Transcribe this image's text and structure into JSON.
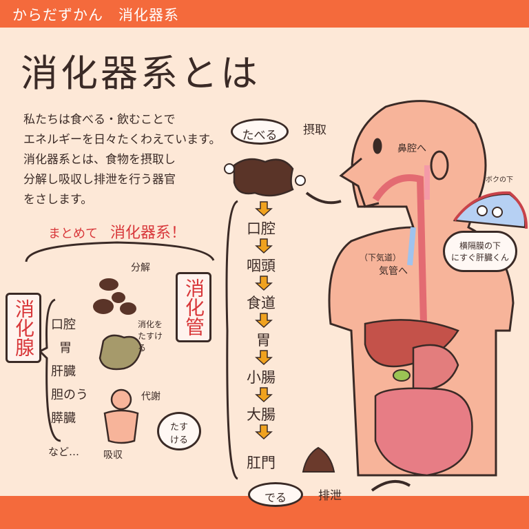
{
  "header": {
    "title": "からだずかん　消化器系"
  },
  "title": "消化器系とは",
  "intro": [
    "私たちは食べる・飲むことで",
    "エネルギーを日々たくわえています。",
    "消化器系とは、食物を摂取し",
    "分解し吸収し排泄を行う器官",
    "をさします。"
  ],
  "summary": {
    "prefix": "まとめて",
    "highlight": "消化器系！"
  },
  "tract_label": "消化管",
  "gland_label": "消化腺",
  "glands": [
    "口腔",
    "胃",
    "肝臓",
    "胆のう",
    "膵臓"
  ],
  "glands_more": "など…",
  "notes": {
    "breakdown": "分解",
    "digest_help": "消化をたすける",
    "metabolism": "代謝",
    "absorb": "吸収",
    "help": "たすける"
  },
  "flow": {
    "eat": "たべる",
    "intake": "摂取",
    "steps": [
      "口腔",
      "咽頭",
      "食道",
      "胃",
      "小腸",
      "大腸",
      "肛門"
    ],
    "out": "でる",
    "excrete": "排泄"
  },
  "body": {
    "nasal": "鼻腔へ",
    "lower_airway": "（下気道）",
    "trachea": "気管へ",
    "under_me": "ボクの下",
    "liver_bubble": [
      "横隔膜の下",
      "にすぐ肝臓くん"
    ]
  },
  "colors": {
    "band": "#f46a3c",
    "accent": "#d8373a",
    "arrow": "#f0a21e",
    "skin": "#f7b49a"
  }
}
